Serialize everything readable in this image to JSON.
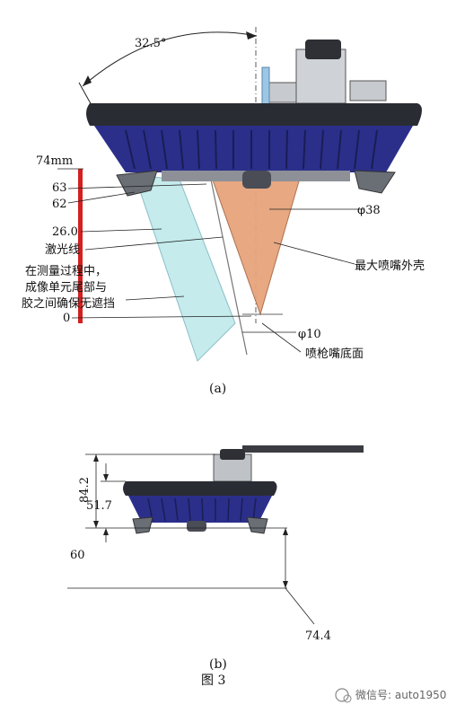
{
  "figure_a": {
    "angle_top": "32.5°",
    "dim_74": "74mm",
    "dim_63": "63",
    "dim_62": "62",
    "dim_26": "26.0",
    "laser_label": "激光线",
    "note_line1": "在测量过程中，",
    "note_line2": "成像单元尾部与",
    "note_line3": "胶之间确保无遮挡",
    "dim_0": "0",
    "phi_38": "φ38",
    "nozzle_shell": "最大喷嘴外壳",
    "phi_10": "φ10",
    "nozzle_bottom": "喷枪嘴底面",
    "caption": "(a)"
  },
  "figure_b": {
    "dim_84": "84.2",
    "dim_51": "51.7",
    "dim_60": "60",
    "dim_74": "74.4",
    "caption": "(b)"
  },
  "figure_title": "图   3",
  "watermark": "微信号: auto1950",
  "colors": {
    "body_dark": "#2a2c33",
    "body_blue": "#2b2f8a",
    "cone_orange": "#e6a47c",
    "laser_cyan": "#bfe9ea",
    "red_bar": "#d42020"
  }
}
